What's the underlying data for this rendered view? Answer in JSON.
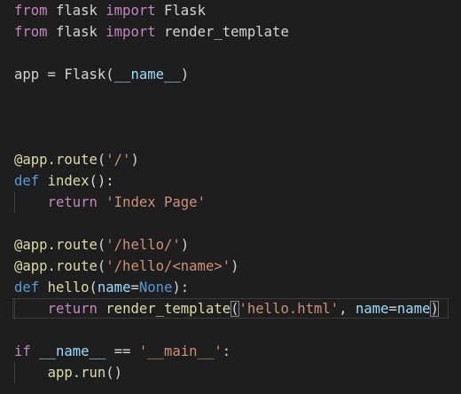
{
  "code_lines": [
    [
      {
        "t": "from",
        "c": "kw"
      },
      {
        "t": " flask ",
        "c": "txt"
      },
      {
        "t": "import",
        "c": "kw"
      },
      {
        "t": " Flask",
        "c": "txt"
      }
    ],
    [
      {
        "t": "from",
        "c": "kw"
      },
      {
        "t": " flask ",
        "c": "txt"
      },
      {
        "t": "import",
        "c": "kw"
      },
      {
        "t": " render_template",
        "c": "txt"
      }
    ],
    [],
    [
      {
        "t": "app",
        "c": "txt"
      },
      {
        "t": " = ",
        "c": "txt"
      },
      {
        "t": "Flask",
        "c": "txt"
      },
      {
        "t": "(",
        "c": "txt"
      },
      {
        "t": "__name__",
        "c": "var"
      },
      {
        "t": ")",
        "c": "txt"
      }
    ],
    [],
    [],
    [],
    [
      {
        "t": "@app.route",
        "c": "fn"
      },
      {
        "t": "(",
        "c": "txt"
      },
      {
        "t": "'/'",
        "c": "str"
      },
      {
        "t": ")",
        "c": "txt"
      }
    ],
    [
      {
        "t": "def",
        "c": "kwb"
      },
      {
        "t": " ",
        "c": "txt"
      },
      {
        "t": "index",
        "c": "fn"
      },
      {
        "t": "():",
        "c": "txt"
      }
    ],
    [
      {
        "t": "    ",
        "c": "txt"
      },
      {
        "t": "return",
        "c": "kw"
      },
      {
        "t": " ",
        "c": "txt"
      },
      {
        "t": "'Index Page'",
        "c": "str"
      }
    ],
    [],
    [
      {
        "t": "@app.route",
        "c": "fn"
      },
      {
        "t": "(",
        "c": "txt"
      },
      {
        "t": "'/hello/'",
        "c": "str"
      },
      {
        "t": ")",
        "c": "txt"
      }
    ],
    [
      {
        "t": "@app.route",
        "c": "fn"
      },
      {
        "t": "(",
        "c": "txt"
      },
      {
        "t": "'/hello/<name>'",
        "c": "str"
      },
      {
        "t": ")",
        "c": "txt"
      }
    ],
    [
      {
        "t": "def",
        "c": "kwb"
      },
      {
        "t": " ",
        "c": "txt"
      },
      {
        "t": "hello",
        "c": "fn"
      },
      {
        "t": "(",
        "c": "txt"
      },
      {
        "t": "name",
        "c": "var"
      },
      {
        "t": "=",
        "c": "txt"
      },
      {
        "t": "None",
        "c": "kwb"
      },
      {
        "t": "):",
        "c": "txt"
      }
    ],
    [
      {
        "t": "    ",
        "c": "txt"
      },
      {
        "t": "return",
        "c": "kw"
      },
      {
        "t": " ",
        "c": "txt"
      },
      {
        "t": "render_template",
        "c": "fn"
      },
      {
        "t": "(",
        "c": "txt",
        "b": true
      },
      {
        "t": "'hello.html'",
        "c": "str"
      },
      {
        "t": ", ",
        "c": "txt"
      },
      {
        "t": "name",
        "c": "var"
      },
      {
        "t": "=",
        "c": "txt"
      },
      {
        "t": "name",
        "c": "var"
      },
      {
        "t": ")",
        "c": "txt",
        "b": true
      }
    ],
    [],
    [
      {
        "t": "if",
        "c": "kw"
      },
      {
        "t": " ",
        "c": "txt"
      },
      {
        "t": "__name__",
        "c": "var"
      },
      {
        "t": " == ",
        "c": "txt"
      },
      {
        "t": "'__main__'",
        "c": "str"
      },
      {
        "t": ":",
        "c": "txt"
      }
    ],
    [
      {
        "t": "    ",
        "c": "txt"
      },
      {
        "t": "app.run",
        "c": "fn"
      },
      {
        "t": "()",
        "c": "txt"
      }
    ]
  ],
  "indented_lines": [
    9,
    14,
    17
  ],
  "current_line": 14,
  "theme": {
    "background": "#1e1e1e",
    "keyword_control": "#c586c0",
    "keyword_storage": "#569cd6",
    "function": "#dcdcaa",
    "string": "#ce9178",
    "variable": "#9cdcfe",
    "default_text": "#d4d4d4"
  }
}
